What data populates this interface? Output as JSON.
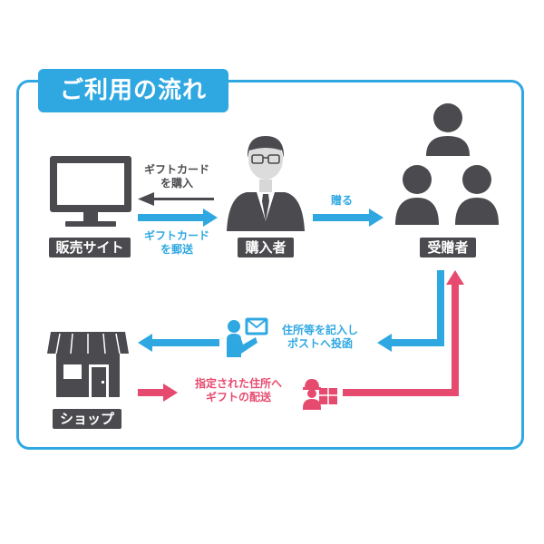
{
  "title": "ご利用の流れ",
  "nodes": {
    "shop_site": "販売サイト",
    "buyer": "購入者",
    "recipient": "受贈者",
    "store": "ショップ"
  },
  "notes": {
    "buy_gift_card": [
      "ギフトカード",
      "を購入"
    ],
    "mail_gift_card": [
      "ギフトカード",
      "を郵送"
    ],
    "give": "贈る",
    "write_address": [
      "住所等を記入し",
      "ポストへ投函"
    ],
    "deliver_gift": [
      "指定された住所へ",
      "ギフトの配送"
    ]
  },
  "colors": {
    "blue": "#2fa8e2",
    "pink": "#e64b6f",
    "dark": "#4b4b4f"
  }
}
